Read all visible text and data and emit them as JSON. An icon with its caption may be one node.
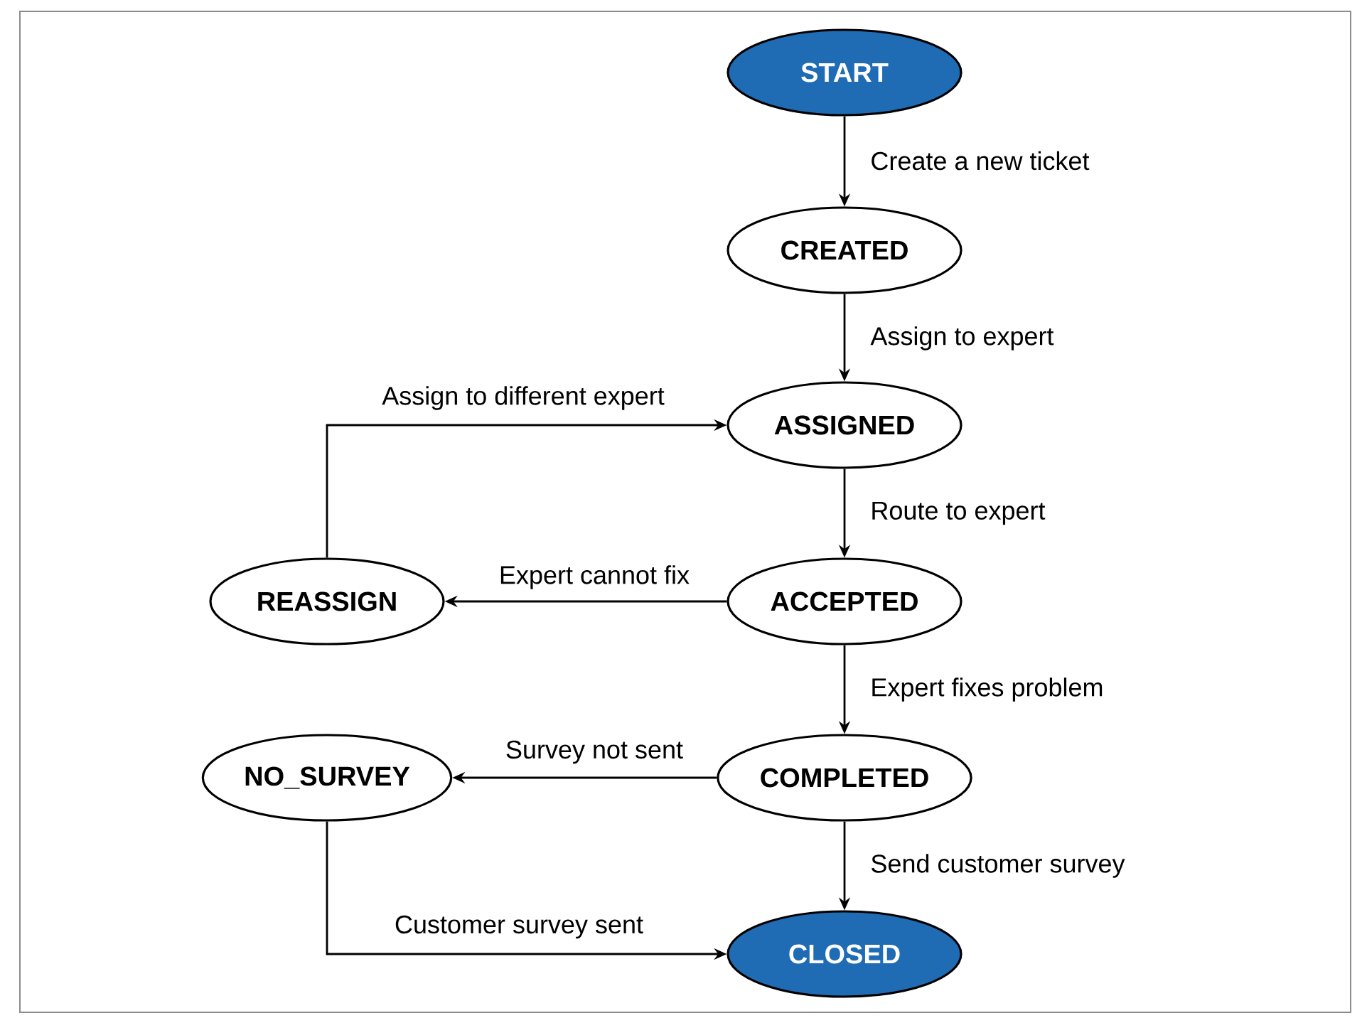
{
  "diagram": {
    "nodes": [
      {
        "text": [
          "START"
        ]
      },
      {
        "text": [
          "CREATED"
        ]
      },
      {
        "text": [
          "ASSIGNED"
        ]
      },
      {
        "text": [
          "REASSIGN"
        ]
      },
      {
        "text": [
          "ACCEPTED"
        ]
      },
      {
        "text": [
          "NO_SURVEY"
        ]
      },
      {
        "text": [
          "COMPLETED"
        ]
      },
      {
        "text": [
          "CLOSED"
        ]
      }
    ],
    "edges": [
      {
        "from": 0,
        "to": 1,
        "arrow": "to",
        "label": "Create a new ticket"
      },
      {
        "from": 1,
        "to": 2,
        "arrow": "to",
        "label": "Assign to expert"
      },
      {
        "from": 2,
        "to": 4,
        "arrow": "to",
        "label": "Route to expert"
      },
      {
        "from": 4,
        "to": 3,
        "arrow": "to",
        "label": "Expert cannot fix"
      },
      {
        "from": 3,
        "to": 2,
        "arrow": "to",
        "label": "Assign to different expert"
      },
      {
        "from": 4,
        "to": 6,
        "arrow": "to",
        "label": "Expert fixes problem"
      },
      {
        "from": 6,
        "to": 5,
        "arrow": "to",
        "label": "Survey not sent"
      },
      {
        "from": 6,
        "to": 7,
        "arrow": "to",
        "label": "Send customer survey"
      },
      {
        "from": 5,
        "to": 7,
        "arrow": "to",
        "label": "Customer survey sent"
      }
    ]
  }
}
